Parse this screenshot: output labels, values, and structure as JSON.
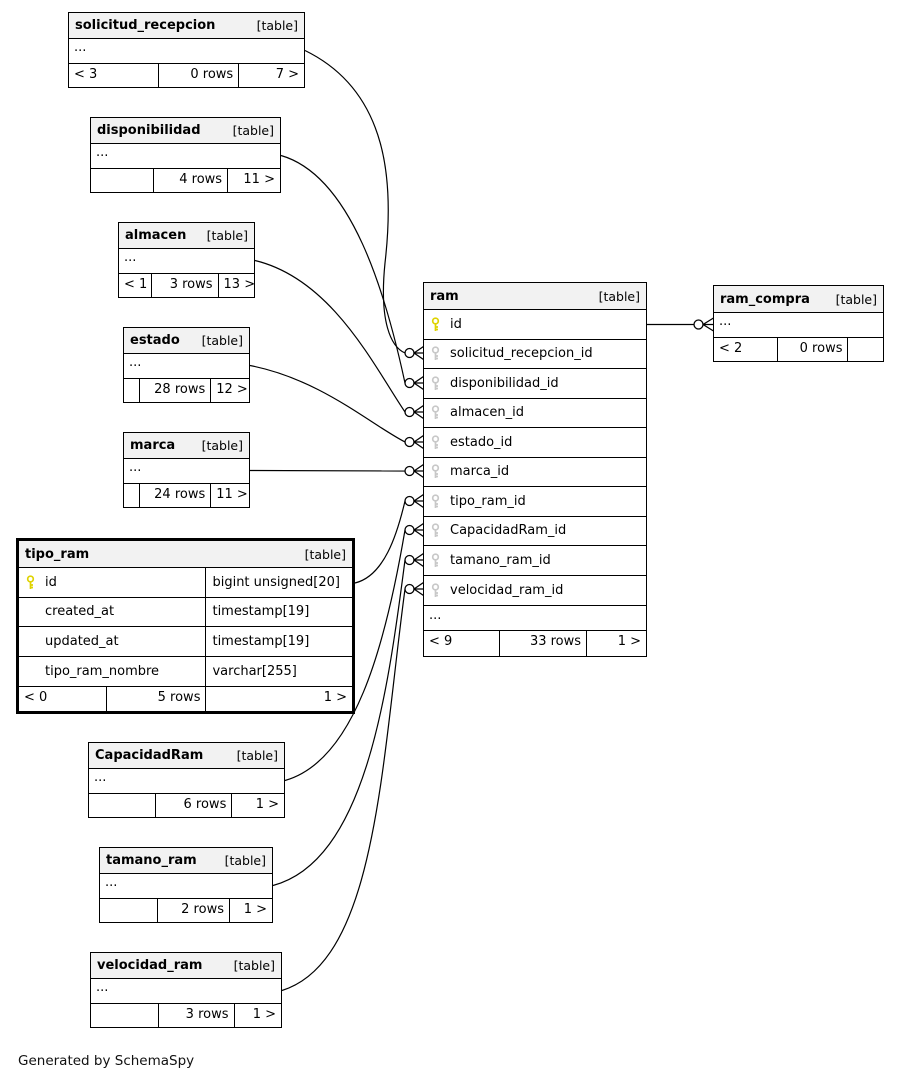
{
  "credit": "Generated by SchemaSpy",
  "colors": {
    "header_bg": "#f2f2f2",
    "border": "#000000",
    "primary_key": "#dfd300",
    "foreign_key": "#c8c8c8"
  },
  "tables": [
    {
      "name": "solicitud_recepcion",
      "tag": "[table]",
      "ellipsis": "...",
      "footer": {
        "left": "< 3",
        "center": "0 rows",
        "right": "7 >"
      }
    },
    {
      "name": "disponibilidad",
      "tag": "[table]",
      "ellipsis": "...",
      "footer": {
        "left": "",
        "center": "4 rows",
        "right": "11 >"
      }
    },
    {
      "name": "almacen",
      "tag": "[table]",
      "ellipsis": "...",
      "footer": {
        "left": "< 1",
        "center": "3 rows",
        "right": "13 >"
      }
    },
    {
      "name": "estado",
      "tag": "[table]",
      "ellipsis": "...",
      "footer": {
        "left": "",
        "center": "28 rows",
        "right": "12 >"
      }
    },
    {
      "name": "marca",
      "tag": "[table]",
      "ellipsis": "...",
      "footer": {
        "left": "",
        "center": "24 rows",
        "right": "11 >"
      }
    },
    {
      "name": "tipo_ram",
      "tag": "[table]",
      "columns": [
        {
          "name": "id",
          "type": "bigint unsigned[20]",
          "key": "pk"
        },
        {
          "name": "created_at",
          "type": "timestamp[19]",
          "key": ""
        },
        {
          "name": "updated_at",
          "type": "timestamp[19]",
          "key": ""
        },
        {
          "name": "tipo_ram_nombre",
          "type": "varchar[255]",
          "key": ""
        }
      ],
      "footer": {
        "left": "< 0",
        "center": "5 rows",
        "right": "1 >"
      }
    },
    {
      "name": "CapacidadRam",
      "tag": "[table]",
      "ellipsis": "...",
      "footer": {
        "left": "",
        "center": "6 rows",
        "right": "1 >"
      }
    },
    {
      "name": "tamano_ram",
      "tag": "[table]",
      "ellipsis": "...",
      "footer": {
        "left": "",
        "center": "2 rows",
        "right": "1 >"
      }
    },
    {
      "name": "velocidad_ram",
      "tag": "[table]",
      "ellipsis": "...",
      "footer": {
        "left": "",
        "center": "3 rows",
        "right": "1 >"
      }
    },
    {
      "name": "ram",
      "tag": "[table]",
      "ellipsis": "...",
      "columns": [
        {
          "name": "id",
          "key": "pk"
        },
        {
          "name": "solicitud_recepcion_id",
          "key": "fk"
        },
        {
          "name": "disponibilidad_id",
          "key": "fk"
        },
        {
          "name": "almacen_id",
          "key": "fk"
        },
        {
          "name": "estado_id",
          "key": "fk"
        },
        {
          "name": "marca_id",
          "key": "fk"
        },
        {
          "name": "tipo_ram_id",
          "key": "fk"
        },
        {
          "name": "CapacidadRam_id",
          "key": "fk"
        },
        {
          "name": "tamano_ram_id",
          "key": "fk"
        },
        {
          "name": "velocidad_ram_id",
          "key": "fk"
        }
      ],
      "footer": {
        "left": "< 9",
        "center": "33 rows",
        "right": "1 >"
      }
    },
    {
      "name": "ram_compra",
      "tag": "[table]",
      "ellipsis": "...",
      "footer": {
        "left": "< 2",
        "center": "0 rows",
        "right": ""
      }
    }
  ],
  "relationships": [
    {
      "parent": "solicitud_recepcion",
      "child": "ram.solicitud_recepcion_id"
    },
    {
      "parent": "disponibilidad",
      "child": "ram.disponibilidad_id"
    },
    {
      "parent": "almacen",
      "child": "ram.almacen_id"
    },
    {
      "parent": "estado",
      "child": "ram.estado_id"
    },
    {
      "parent": "marca",
      "child": "ram.marca_id"
    },
    {
      "parent": "tipo_ram.id",
      "child": "ram.tipo_ram_id"
    },
    {
      "parent": "CapacidadRam",
      "child": "ram.CapacidadRam_id"
    },
    {
      "parent": "tamano_ram",
      "child": "ram.tamano_ram_id"
    },
    {
      "parent": "velocidad_ram",
      "child": "ram.velocidad_ram_id"
    },
    {
      "parent": "ram.id",
      "child": "ram_compra"
    }
  ]
}
